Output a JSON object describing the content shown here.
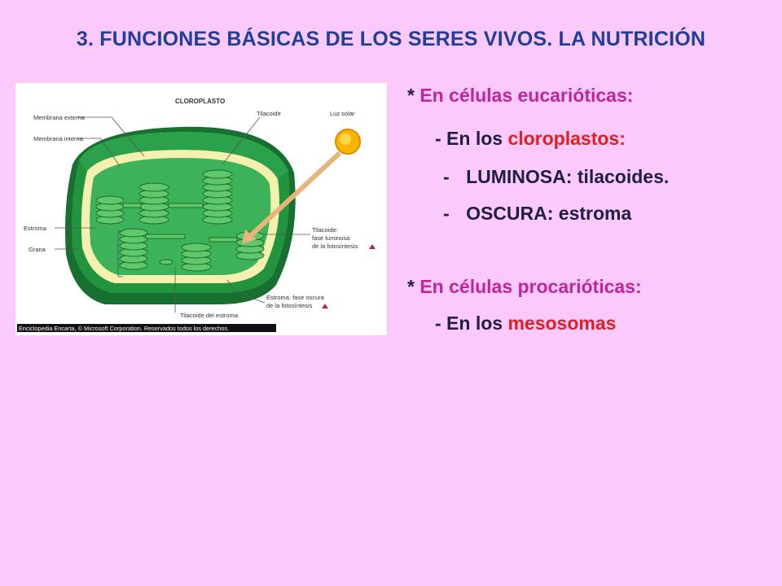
{
  "slide": {
    "title": "3. FUNCIONES BÁSICAS DE LOS SERES VIVOS. LA NUTRICIÓN"
  },
  "figure": {
    "heading": "CLOROPLASTO",
    "labels": {
      "membrana_externa": "Membrana externa",
      "membrana_interna": "Membrana interna",
      "tilacoide": "Tilacoide",
      "luz_solar": "Luz solar",
      "estroma": "Estroma",
      "grana": "Grana",
      "tilacoide_fase_1": "Tilacoide:",
      "tilacoide_fase_2": "fase luminosa",
      "tilacoide_fase_3": "de la fotosíntesis",
      "estroma_fase_1": "Estroma: fase oscura",
      "estroma_fase_2": "de la fotosíntesis",
      "tilacoide_estroma": "Tilacoide del estroma"
    },
    "credit": "Enciclopedia Encarta, © Microsoft Corporation. Reservados todos los derechos.",
    "colors": {
      "outer_membrane": "#1f8a3a",
      "inner_membrane": "#f5f3b0",
      "stroma": "#3cb35a",
      "thylakoid": "#5fc86a",
      "sun": "#f7b500",
      "arrow": "#e9b478"
    }
  },
  "content": {
    "euk": {
      "bullet": "*",
      "label": "En células eucarióticas:"
    },
    "chloro": {
      "prefix": "- En los ",
      "highlight": "cloroplastos:"
    },
    "lum": {
      "dash": "-",
      "text": "LUMINOSA: tilacoides."
    },
    "osc": {
      "dash": "-",
      "text": "OSCURA: estroma"
    },
    "prok": {
      "bullet": "*",
      "label": "En células procarióticas:"
    },
    "meso": {
      "prefix": "- En los ",
      "highlight": "mesosomas"
    }
  }
}
